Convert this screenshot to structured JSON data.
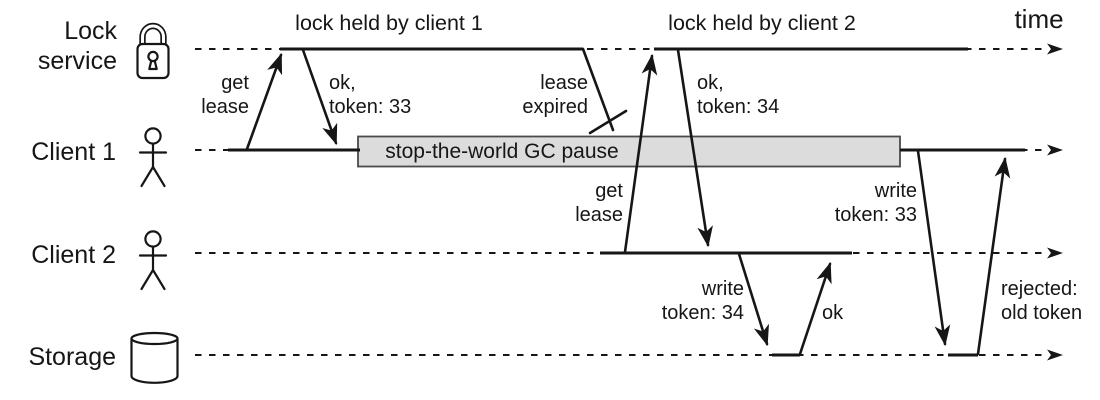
{
  "diagram": {
    "axis_label": "time",
    "lanes": [
      {
        "name": "Lock service",
        "icon": "padlock-icon"
      },
      {
        "name": "Client 1",
        "icon": "person-icon"
      },
      {
        "name": "Client 2",
        "icon": "person-icon"
      },
      {
        "name": "Storage",
        "icon": "database-icon"
      }
    ],
    "spans": {
      "lock_held_1": "lock held by client 1",
      "lock_held_2": "lock held by client 2",
      "gc_pause": "stop-the-world GC pause"
    },
    "messages": {
      "get_lease_1": "get\nlease",
      "ok_token_33": "ok,\ntoken: 33",
      "lease_expired": "lease\nexpired",
      "get_lease_2": "get\nlease",
      "ok_token_34": "ok,\ntoken: 34",
      "write_token_34": "write\ntoken: 34",
      "ok_ack": "ok",
      "write_token_33": "write\ntoken: 33",
      "rejected": "rejected:\nold token"
    },
    "colors": {
      "ink": "#161616",
      "gc_fill": "#dcdcdc",
      "gc_border": "#4a4a4a"
    }
  }
}
